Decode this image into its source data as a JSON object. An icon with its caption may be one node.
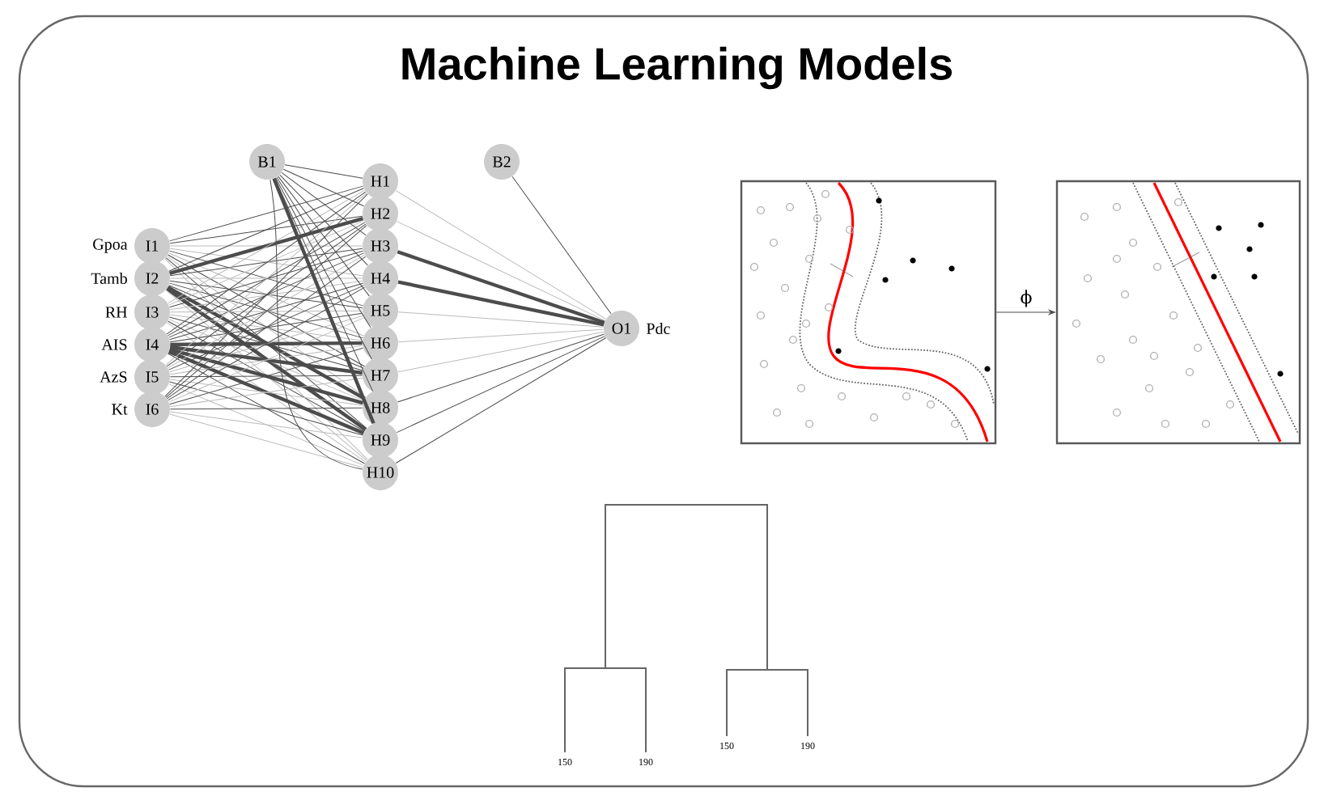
{
  "diagram": {
    "title": "Machine Learning Models",
    "nodes": [
      {
        "text": [
          "I1"
        ],
        "beside": [
          "Gpoa"
        ]
      },
      {
        "text": [
          "I2"
        ],
        "beside": [
          "Tamb"
        ]
      },
      {
        "text": [
          "I3"
        ],
        "beside": [
          "RH"
        ]
      },
      {
        "text": [
          "I4"
        ],
        "beside": [
          "AIS"
        ]
      },
      {
        "text": [
          "I5"
        ],
        "beside": [
          "AzS"
        ]
      },
      {
        "text": [
          "I6"
        ],
        "beside": [
          "Kt"
        ]
      },
      {
        "text": [
          "B1"
        ]
      },
      {
        "text": [
          "H1"
        ]
      },
      {
        "text": [
          "H2"
        ]
      },
      {
        "text": [
          "H3"
        ]
      },
      {
        "text": [
          "H4"
        ]
      },
      {
        "text": [
          "H5"
        ]
      },
      {
        "text": [
          "H6"
        ]
      },
      {
        "text": [
          "H7"
        ]
      },
      {
        "text": [
          "H8"
        ]
      },
      {
        "text": [
          "H9"
        ]
      },
      {
        "text": [
          "H10"
        ]
      },
      {
        "text": [
          "B2"
        ]
      },
      {
        "text": [
          "O1"
        ],
        "beside": [
          "Pdc"
        ]
      },
      {
        "text": [],
        "shape": "picture"
      },
      {
        "text": [],
        "shape": "picture"
      }
    ],
    "edges": [
      {
        "from": 0,
        "to": 7,
        "arrow": "none"
      },
      {
        "from": 0,
        "to": 8,
        "arrow": "none"
      },
      {
        "from": 0,
        "to": 9,
        "arrow": "none",
        "color": "#bbbbbb"
      },
      {
        "from": 0,
        "to": 10,
        "arrow": "none",
        "color": "#bbbbbb"
      },
      {
        "from": 0,
        "to": 11,
        "arrow": "none"
      },
      {
        "from": 0,
        "to": 12,
        "arrow": "none",
        "color": "#bbbbbb"
      },
      {
        "from": 0,
        "to": 13,
        "arrow": "none"
      },
      {
        "from": 0,
        "to": 14,
        "arrow": "none",
        "color": "#bbbbbb"
      },
      {
        "from": 0,
        "to": 15,
        "arrow": "none"
      },
      {
        "from": 0,
        "to": 16,
        "arrow": "none",
        "color": "#bbbbbb"
      },
      {
        "from": 1,
        "to": 7,
        "arrow": "none"
      },
      {
        "from": 1,
        "to": 8,
        "arrow": "none",
        "style": "thick"
      },
      {
        "from": 1,
        "to": 9,
        "arrow": "none"
      },
      {
        "from": 1,
        "to": 10,
        "arrow": "none",
        "color": "#bbbbbb"
      },
      {
        "from": 1,
        "to": 11,
        "arrow": "none"
      },
      {
        "from": 1,
        "to": 12,
        "arrow": "none"
      },
      {
        "from": 1,
        "to": 13,
        "arrow": "none"
      },
      {
        "from": 1,
        "to": 14,
        "arrow": "none",
        "style": "thick"
      },
      {
        "from": 1,
        "to": 15,
        "arrow": "none",
        "style": "thick"
      },
      {
        "from": 1,
        "to": 16,
        "arrow": "none",
        "color": "#bbbbbb"
      },
      {
        "from": 2,
        "to": 7,
        "arrow": "none",
        "color": "#bbbbbb"
      },
      {
        "from": 2,
        "to": 8,
        "arrow": "none",
        "color": "#bbbbbb"
      },
      {
        "from": 2,
        "to": 9,
        "arrow": "none"
      },
      {
        "from": 2,
        "to": 10,
        "arrow": "none",
        "color": "#bbbbbb"
      },
      {
        "from": 2,
        "to": 11,
        "arrow": "none",
        "color": "#bbbbbb"
      },
      {
        "from": 2,
        "to": 12,
        "arrow": "none",
        "color": "#bbbbbb"
      },
      {
        "from": 2,
        "to": 13,
        "arrow": "none"
      },
      {
        "from": 2,
        "to": 14,
        "arrow": "none",
        "color": "#bbbbbb"
      },
      {
        "from": 2,
        "to": 15,
        "arrow": "none"
      },
      {
        "from": 2,
        "to": 16,
        "arrow": "none",
        "color": "#bbbbbb"
      },
      {
        "from": 3,
        "to": 7,
        "arrow": "none"
      },
      {
        "from": 3,
        "to": 8,
        "arrow": "none"
      },
      {
        "from": 3,
        "to": 9,
        "arrow": "none"
      },
      {
        "from": 3,
        "to": 10,
        "arrow": "none"
      },
      {
        "from": 3,
        "to": 11,
        "arrow": "none"
      },
      {
        "from": 3,
        "to": 12,
        "arrow": "none",
        "style": "thick"
      },
      {
        "from": 3,
        "to": 13,
        "arrow": "none",
        "style": "thick"
      },
      {
        "from": 3,
        "to": 14,
        "arrow": "none",
        "style": "thick"
      },
      {
        "from": 3,
        "to": 15,
        "arrow": "none",
        "style": "thick"
      },
      {
        "from": 3,
        "to": 16,
        "arrow": "none"
      },
      {
        "from": 4,
        "to": 7,
        "arrow": "none",
        "color": "#bbbbbb"
      },
      {
        "from": 4,
        "to": 8,
        "arrow": "none"
      },
      {
        "from": 4,
        "to": 9,
        "arrow": "none",
        "color": "#bbbbbb"
      },
      {
        "from": 4,
        "to": 10,
        "arrow": "none"
      },
      {
        "from": 4,
        "to": 11,
        "arrow": "none",
        "color": "#bbbbbb"
      },
      {
        "from": 4,
        "to": 12,
        "arrow": "none",
        "color": "#bbbbbb"
      },
      {
        "from": 4,
        "to": 13,
        "arrow": "none"
      },
      {
        "from": 4,
        "to": 14,
        "arrow": "none",
        "color": "#bbbbbb"
      },
      {
        "from": 4,
        "to": 15,
        "arrow": "none"
      },
      {
        "from": 4,
        "to": 16,
        "arrow": "none",
        "color": "#bbbbbb"
      },
      {
        "from": 5,
        "to": 7,
        "arrow": "none"
      },
      {
        "from": 5,
        "to": 8,
        "arrow": "none"
      },
      {
        "from": 5,
        "to": 9,
        "arrow": "none"
      },
      {
        "from": 5,
        "to": 10,
        "arrow": "none"
      },
      {
        "from": 5,
        "to": 11,
        "arrow": "none",
        "color": "#bbbbbb"
      },
      {
        "from": 5,
        "to": 12,
        "arrow": "none"
      },
      {
        "from": 5,
        "to": 13,
        "arrow": "none",
        "color": "#bbbbbb"
      },
      {
        "from": 5,
        "to": 14,
        "arrow": "none"
      },
      {
        "from": 5,
        "to": 15,
        "arrow": "none",
        "color": "#bbbbbb"
      },
      {
        "from": 5,
        "to": 16,
        "arrow": "none",
        "color": "#bbbbbb"
      },
      {
        "from": 6,
        "to": 7,
        "arrow": "none"
      },
      {
        "from": 6,
        "to": 8,
        "arrow": "none"
      },
      {
        "from": 6,
        "to": 9,
        "arrow": "none"
      },
      {
        "from": 6,
        "to": 10,
        "arrow": "none"
      },
      {
        "from": 6,
        "to": 11,
        "arrow": "none"
      },
      {
        "from": 6,
        "to": 12,
        "arrow": "none"
      },
      {
        "from": 6,
        "to": 13,
        "arrow": "none"
      },
      {
        "from": 6,
        "to": 14,
        "arrow": "none"
      },
      {
        "from": 6,
        "to": 15,
        "arrow": "none",
        "style": "thick"
      },
      {
        "from": 6,
        "to": 16,
        "arrow": "none"
      },
      {
        "from": 7,
        "to": 18,
        "arrow": "none",
        "color": "#bbbbbb"
      },
      {
        "from": 8,
        "to": 18,
        "arrow": "none",
        "color": "#bbbbbb"
      },
      {
        "from": 9,
        "to": 18,
        "arrow": "none",
        "style": "thick"
      },
      {
        "from": 10,
        "to": 18,
        "arrow": "none",
        "style": "thick"
      },
      {
        "from": 11,
        "to": 18,
        "arrow": "none",
        "color": "#bbbbbb"
      },
      {
        "from": 12,
        "to": 18,
        "arrow": "none",
        "color": "#bbbbbb"
      },
      {
        "from": 13,
        "to": 18,
        "arrow": "none",
        "color": "#bbbbbb"
      },
      {
        "from": 14,
        "to": 18,
        "arrow": "none"
      },
      {
        "from": 15,
        "to": 18,
        "arrow": "none"
      },
      {
        "from": 16,
        "to": 18,
        "arrow": "none"
      },
      {
        "from": 17,
        "to": 18,
        "arrow": "none"
      },
      {
        "from": 19,
        "to": 20,
        "arrow": "to",
        "label": "ϕ"
      }
    ],
    "labels": [
      "150",
      "190",
      "150",
      "190"
    ]
  }
}
